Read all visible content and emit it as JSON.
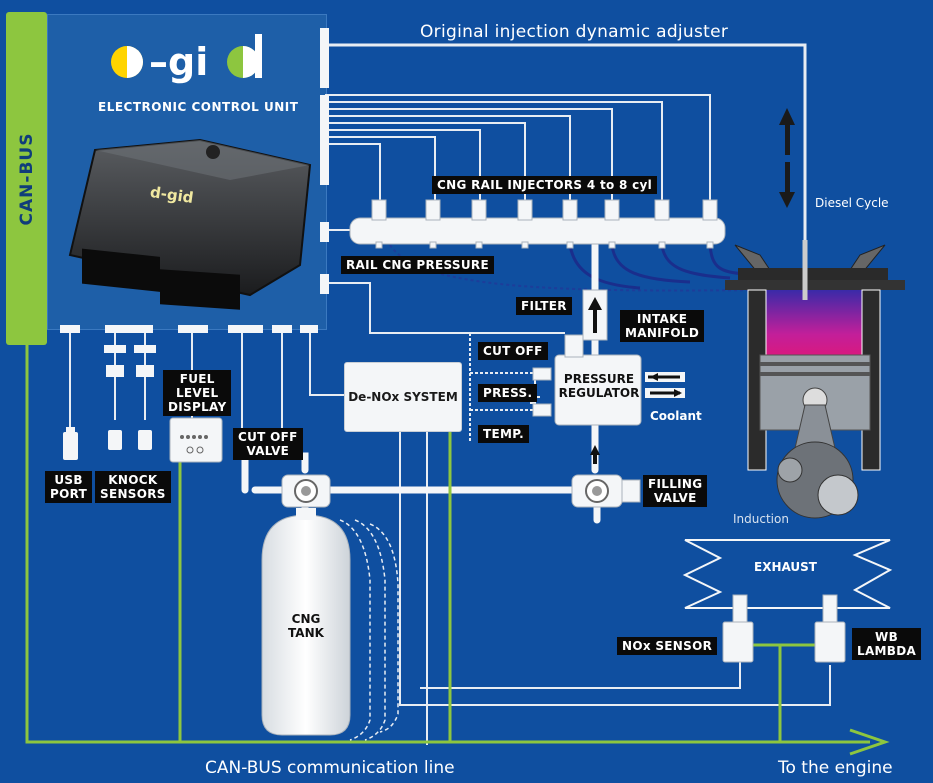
{
  "brand": {
    "logo_text": "d-gid",
    "subtitle": "ELECTRONIC CONTROL UNIT",
    "ecu_engraving": "d-gid"
  },
  "canbus_vertical_label": "CAN-BUS",
  "top_line_label": "Original injection dynamic adjuster",
  "injectors_label": "CNG RAIL INJECTORS 4 to 8 cyl",
  "rail_pressure_label": "RAIL CNG PRESSURE",
  "diesel_cycle_label": "Diesel Cycle",
  "filter_label": "FILTER",
  "intake_label": [
    "INTAKE",
    "MANIFOLD"
  ],
  "cutoff_label": "CUT OFF",
  "press_label": "PRESS.",
  "temp_label": "TEMP.",
  "pressure_regulator": [
    "PRESSURE",
    "REGULATOR"
  ],
  "coolant_label": "Coolant",
  "denox_label": "De-NOx SYSTEM",
  "fuel_level": [
    "FUEL",
    "LEVEL",
    "DISPLAY"
  ],
  "cutoff_valve": [
    "CUT OFF",
    "VALVE"
  ],
  "usb_port": [
    "USB",
    "PORT"
  ],
  "knock_sensors": [
    "KNOCK",
    "SENSORS"
  ],
  "filling_valve": [
    "FILLING",
    "VALVE"
  ],
  "induction_label": "Induction",
  "exhaust_label": "EXHAUST",
  "cng_tank": [
    "CNG",
    "TANK"
  ],
  "nox_sensor": "NOx SENSOR",
  "wb_lambda": [
    "WB",
    "LAMBDA"
  ],
  "bottom_line_label": "CAN-BUS communication line",
  "engine_label": "To the engine",
  "colors": {
    "background": "#0f4fa0",
    "canbus_green": "#8dc63f",
    "label_bg": "#0a0a0a",
    "line_white": "#e8edf3"
  }
}
